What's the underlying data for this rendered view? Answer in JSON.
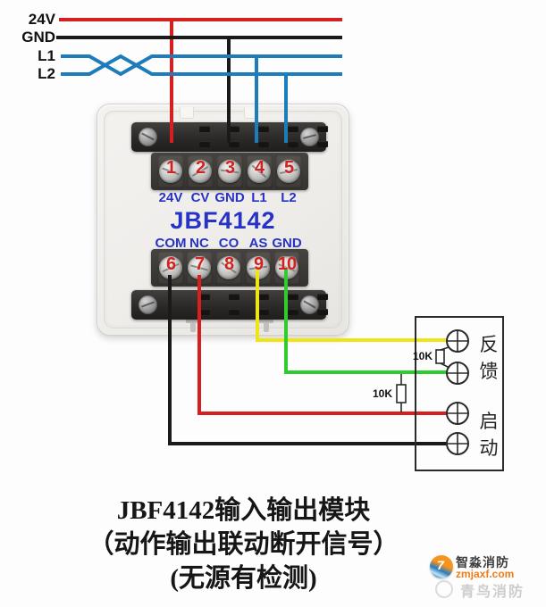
{
  "colors": {
    "red": "#d81f1f",
    "black": "#1a1a1a",
    "blue": "#1e7cba",
    "yellow": "#f0e418",
    "green": "#2ecc2e",
    "label_blue": "#2733c4",
    "number_red": "#d02222",
    "line_black": "#2a2a2a",
    "logo_orange": "#ef7c16"
  },
  "source_lines": [
    {
      "label": "24V",
      "color": "#d81f1f"
    },
    {
      "label": "GND",
      "color": "#1a1a1a"
    },
    {
      "label": "L1",
      "color": "#1e7cba"
    },
    {
      "label": "L2",
      "color": "#1e7cba"
    }
  ],
  "module": {
    "model": "JBF4142",
    "top_terminals": [
      {
        "num": "1",
        "label": "24V"
      },
      {
        "num": "2",
        "label": "CV"
      },
      {
        "num": "3",
        "label": "GND"
      },
      {
        "num": "4",
        "label": "L1"
      },
      {
        "num": "5",
        "label": "L2"
      }
    ],
    "bottom_terminals": [
      {
        "num": "6",
        "label": "COM"
      },
      {
        "num": "7",
        "label": "NC"
      },
      {
        "num": "8",
        "label": "CO"
      },
      {
        "num": "9",
        "label": "AS"
      },
      {
        "num": "10",
        "label": "GND"
      }
    ]
  },
  "device": {
    "feedback_label": "反馈",
    "start_label": "启动",
    "resistor_top": "10K",
    "resistor_left": "10K"
  },
  "caption": {
    "line1": "JBF4142输入输出模块",
    "line2": "（动作输出联动断开信号）",
    "line3": "(无源有检测)"
  },
  "watermark": {
    "brand": "智淼消防",
    "url": "zmjaxf.com",
    "ghost": "青鸟消防"
  }
}
